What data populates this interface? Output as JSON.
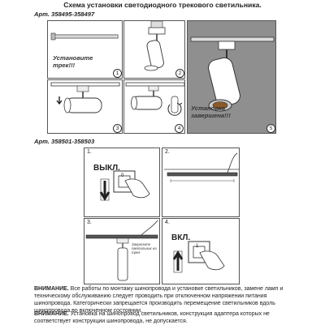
{
  "title": "Схема установки светодиодного трекового светильника.",
  "section1": {
    "article": "Арт. 358495-358497",
    "panels": [
      {
        "num": "1",
        "caption": "Установите трек!!!"
      },
      {
        "num": "2"
      },
      {
        "num": "3"
      },
      {
        "num": "4"
      },
      {
        "num": "5",
        "caption": "Установка завершена!!!"
      }
    ]
  },
  "section2": {
    "article": "Арт. 358501-358503",
    "panels": [
      {
        "num": "1.",
        "label": "ВЫКЛ.",
        "switch_label": "0"
      },
      {
        "num": "2."
      },
      {
        "num": "3.",
        "annotation": "Закрепите светильник на трек"
      },
      {
        "num": "4.",
        "label": "ВКЛ.",
        "switch_label": "1"
      }
    ]
  },
  "footer": {
    "p1_bold": "ВНИМАНИЕ.",
    "p1_text": " Все работы по монтажу шинопровода и установке светильников, замене ламп и техническому обслуживанию следует проводить при отключенном напряжении питания шинопровода. Категорически запрещается производить перемещение светильников вдоль шинопровода во включенном состоянии.",
    "p2_bold": "ВНИМАНИЕ.",
    "p2_text": " Установка на шинопровод светильников, конструкция адаптера которых не соответствует конструкции шинопровода, не допускается."
  }
}
